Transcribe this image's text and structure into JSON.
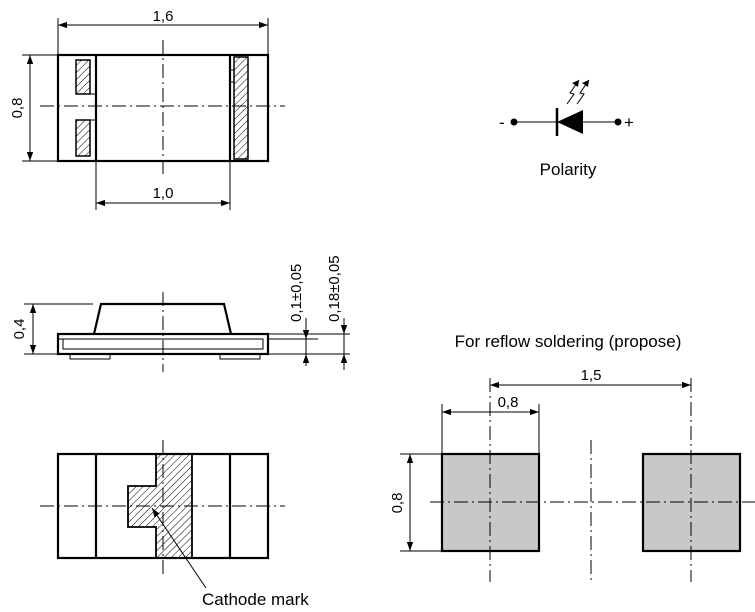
{
  "top_view": {
    "width_label": "1,6",
    "height_label": "0,8",
    "inner_width_label": "1,0"
  },
  "side_view": {
    "height_label": "0,4",
    "terminal_thickness_label": "0,1±0,05",
    "terminal_height_label": "0,18±0,05"
  },
  "polarity": {
    "minus_sign": "-",
    "plus_sign": "+",
    "label": "Polarity"
  },
  "bottom_view": {
    "cathode_label": "Cathode mark"
  },
  "solder_pads": {
    "title": "For reflow soldering (propose)",
    "pitch_label": "1,5",
    "pad_width_label": "0,8",
    "pad_height_label": "0,8",
    "pad_fill": "#c8c8c8"
  }
}
